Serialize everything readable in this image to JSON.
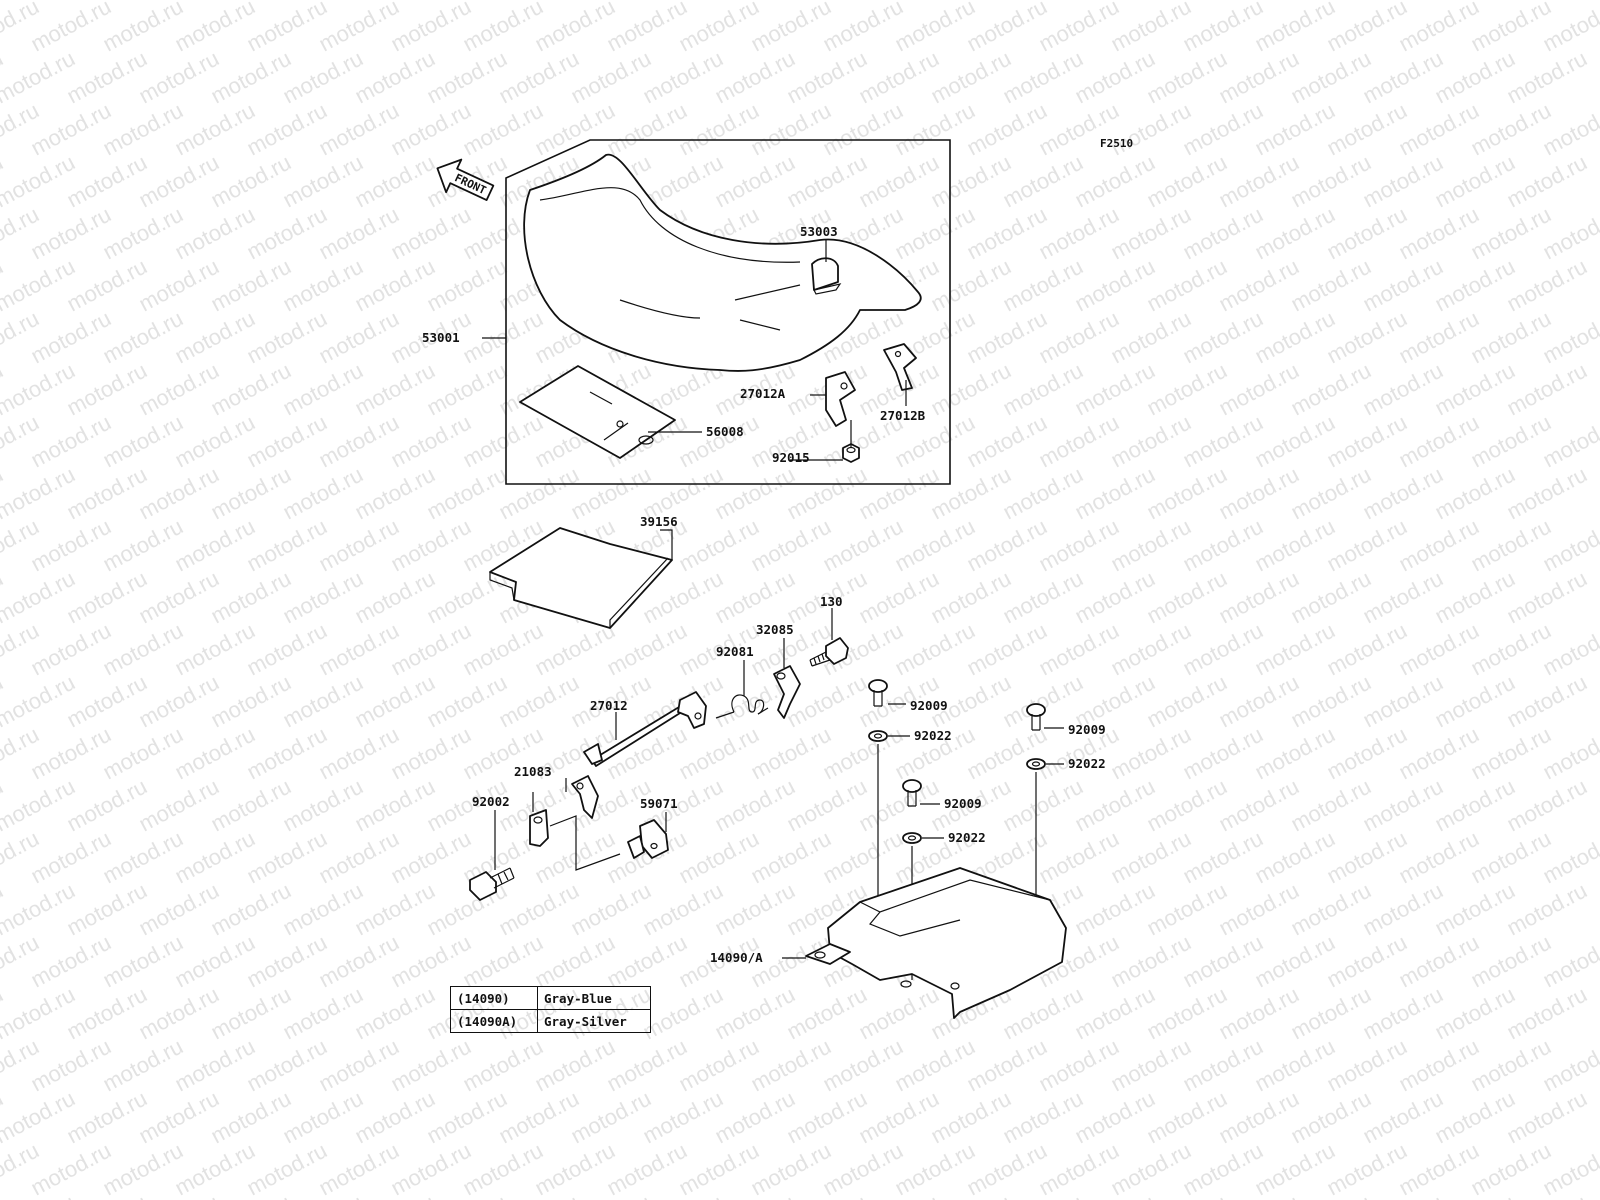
{
  "diagram_ref": "F2510",
  "front_arrow_label": "FRONT",
  "watermark_text": "motod.ru",
  "callouts": {
    "seat": "53001",
    "seat_cover_part": "53003",
    "hook_a": "27012A",
    "hook_b": "27012B",
    "label": "56008",
    "nut": "92015",
    "pad": "39156",
    "bolt_130": "130",
    "lock_bracket": "32085",
    "spring": "92081",
    "lock_rod": "27012",
    "lever": "21083",
    "bolt_92002": "92002",
    "lock_assembly": "59071",
    "screw_upper": "92009",
    "washer_upper": "92022",
    "screw_right": "92009",
    "washer_right": "92022",
    "screw_mid": "92009",
    "washer_mid": "92022",
    "cover": "14090/A"
  },
  "color_table": [
    {
      "code": "(14090)",
      "color": "Gray-Blue"
    },
    {
      "code": "(14090A)",
      "color": "Gray-Silver"
    }
  ]
}
